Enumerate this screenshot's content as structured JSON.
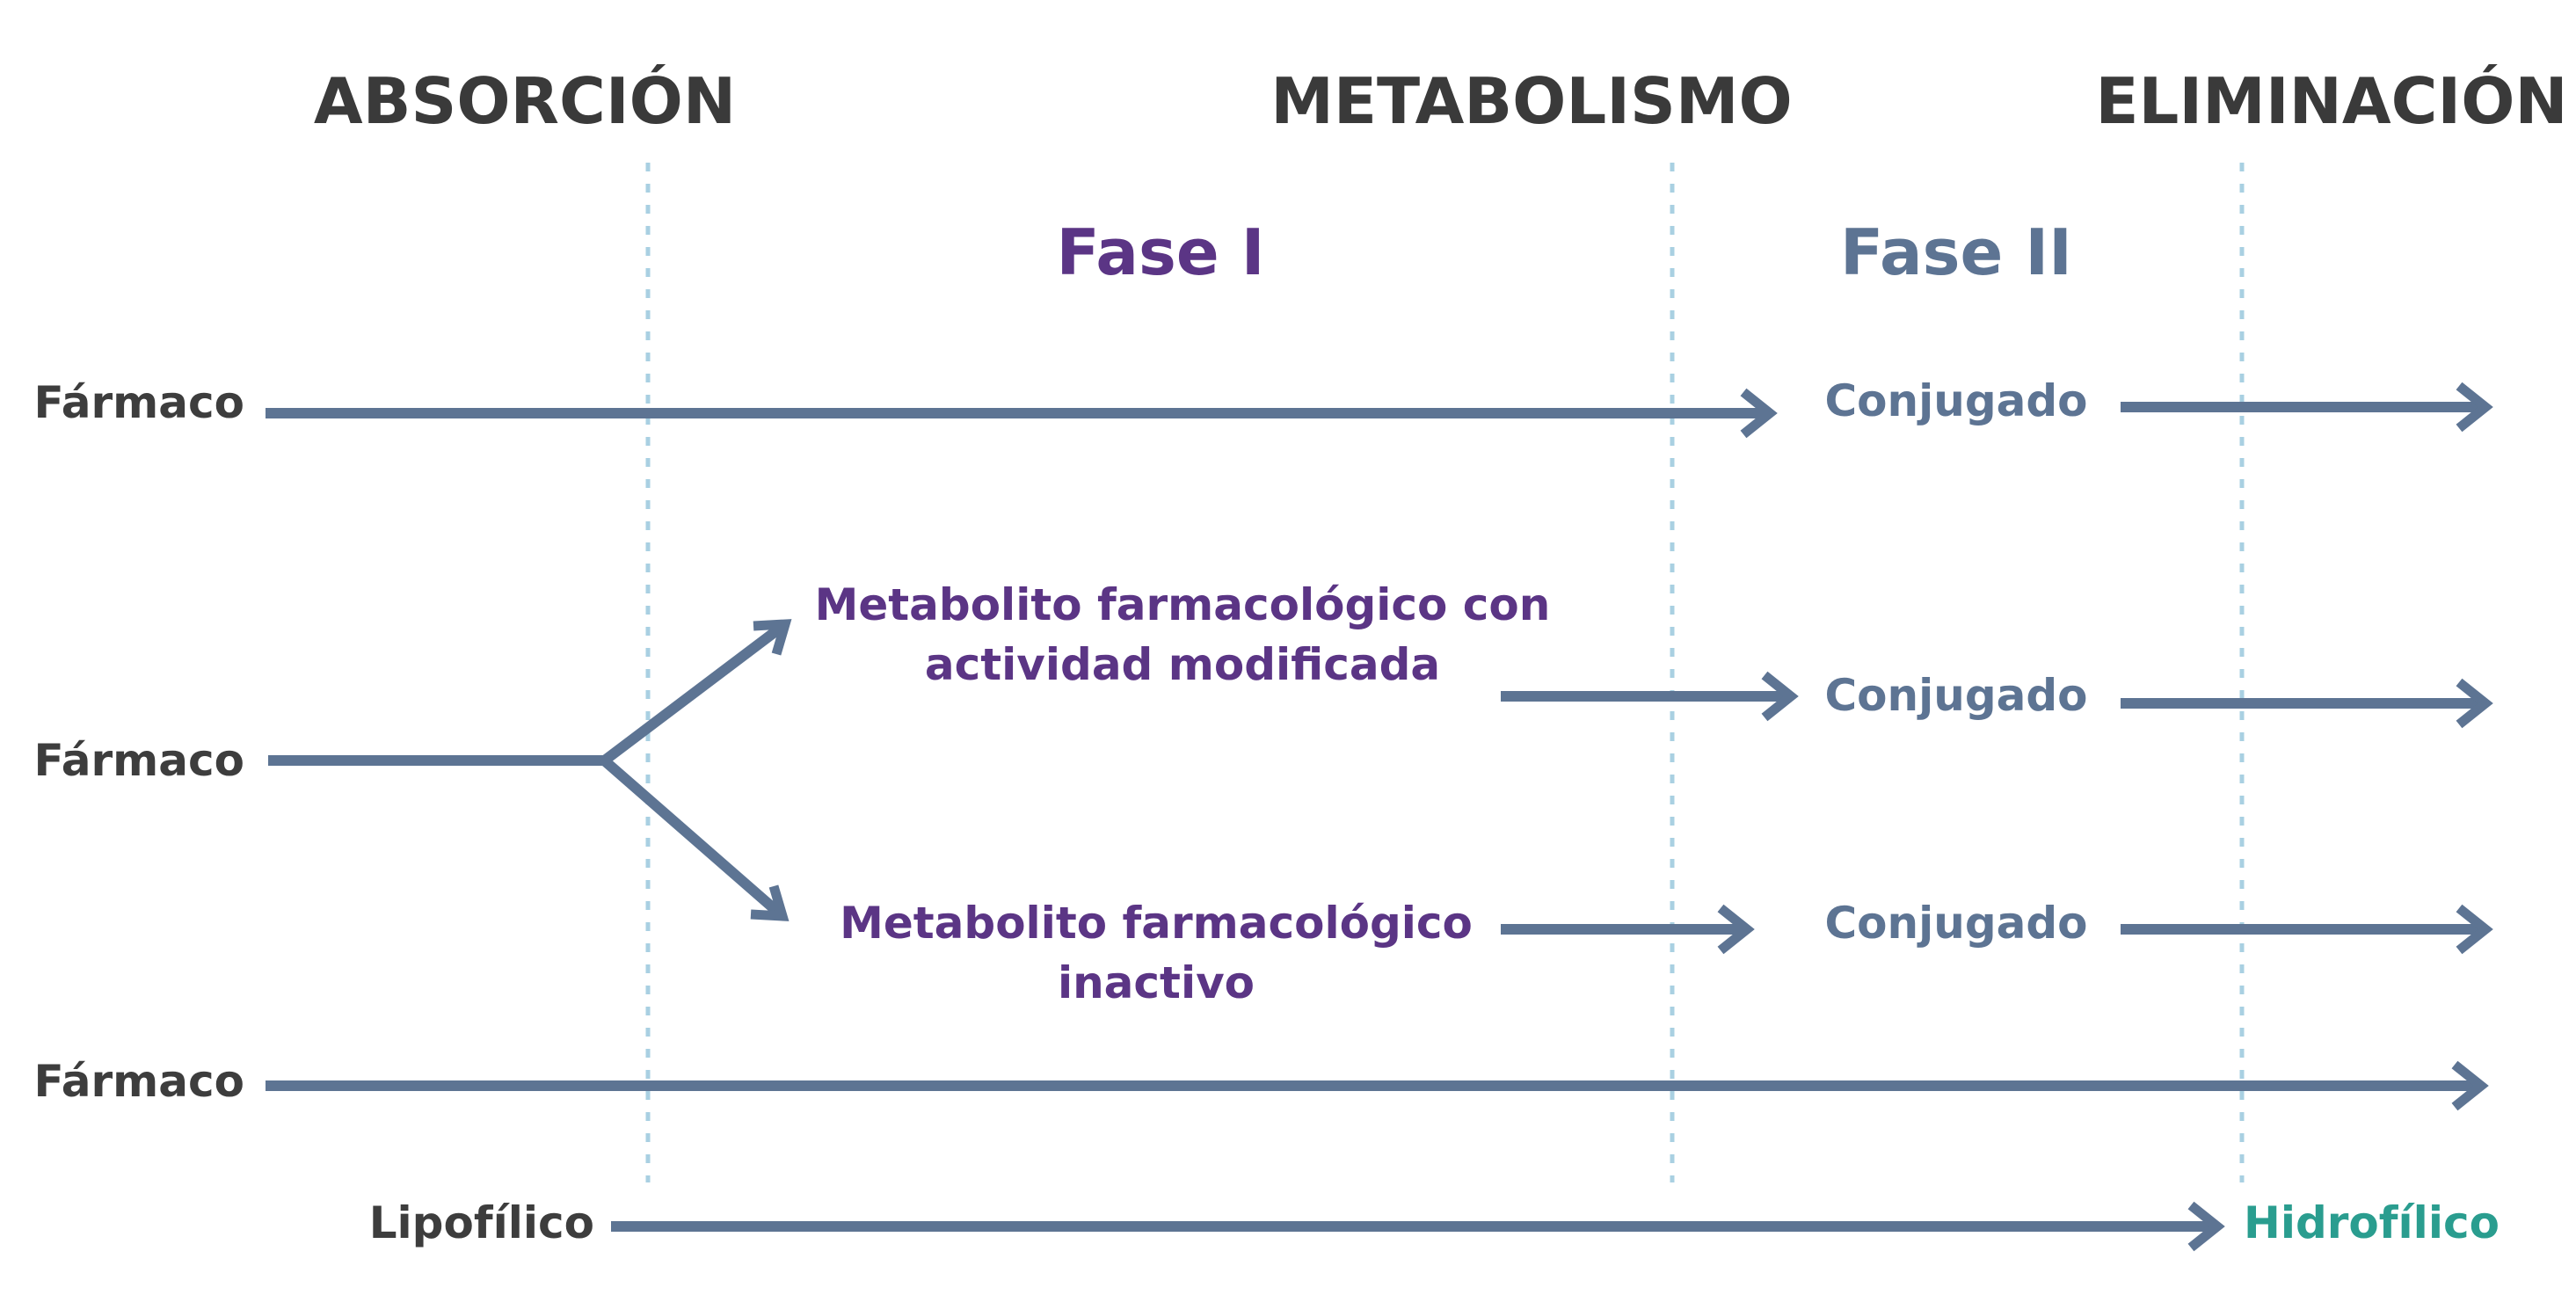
{
  "headers": {
    "absorcion": "ABSORCIÓN",
    "metabolismo": "METABOLISMO",
    "eliminacion": "ELIMINACIÓN"
  },
  "phases": {
    "fase1": "Fase I",
    "fase2": "Fase II"
  },
  "rows": {
    "row1": {
      "drug": "Fármaco",
      "conjugate": "Conjugado"
    },
    "row2": {
      "drug": "Fármaco",
      "active_metabolite_line1": "Metabolito farmacológico con",
      "active_metabolite_line2": "actividad modificada",
      "active_conjugate": "Conjugado",
      "inactive_metabolite_line1": "Metabolito farmacológico",
      "inactive_metabolite_line2": "inactivo",
      "inactive_conjugate": "Conjugado"
    },
    "row3": {
      "drug": "Fármaco"
    }
  },
  "footer": {
    "start": "Lipofílico",
    "end": "Hidrofílico"
  },
  "colors": {
    "arrow": "#5d7493",
    "phase1": "#5b3585",
    "phase2": "#5d7493",
    "divider": "#a9d0e2",
    "hydrophilic": "#2a9d8f",
    "text_dark": "#3d3d3d"
  }
}
